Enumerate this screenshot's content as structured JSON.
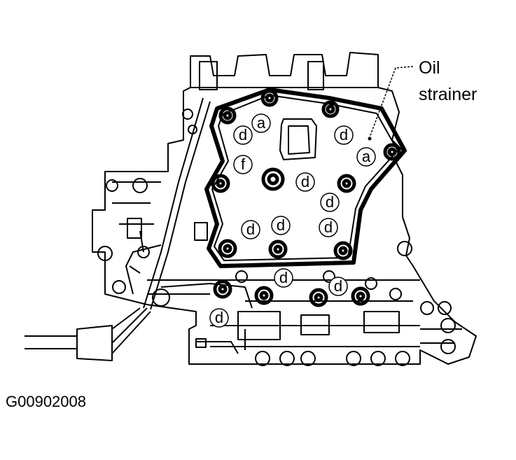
{
  "callout": {
    "line1": "Oil",
    "line2": "strainer"
  },
  "figure_id": "G00902008",
  "part_labels": {
    "a": "a",
    "d": "d",
    "f": "f"
  },
  "colors": {
    "ink": "#000000",
    "paper": "#ffffff"
  }
}
